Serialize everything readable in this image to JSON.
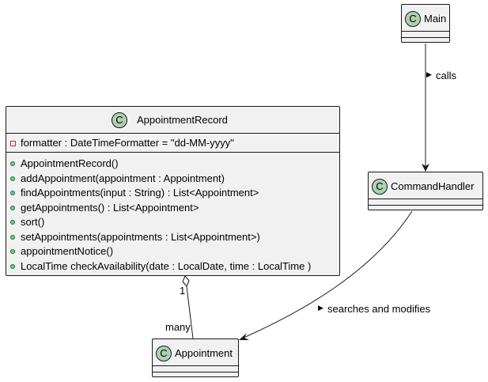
{
  "classes": {
    "main": {
      "stereotype": "C",
      "name": "Main"
    },
    "command_handler": {
      "stereotype": "C",
      "name": "CommandHandler"
    },
    "appointment": {
      "stereotype": "C",
      "name": "Appointment"
    },
    "appointment_record": {
      "stereotype": "C",
      "name": "AppointmentRecord",
      "fields": [
        "formatter : DateTimeFormatter = \"dd-MM-yyyy\""
      ],
      "methods": [
        "AppointmentRecord()",
        "addAppointment(appointment : Appointment)",
        "findAppointments(input : String) : List<Appointment>",
        "getAppointments() : List<Appointment>",
        "sort()",
        "setAppointments(appointments : List<Appointment>)",
        "appointmentNotice()",
        "LocalTime checkAvailability(date : LocalDate, time : LocalTime )"
      ]
    }
  },
  "relations": {
    "main_to_handler": {
      "arrow_glyph": "▶",
      "label": "calls"
    },
    "handler_to_appointment": {
      "arrow_glyph": "▶",
      "label": "searches and modifies"
    },
    "record_to_appointment": {
      "from_multiplicity": "1",
      "to_multiplicity": "many"
    }
  },
  "colors": {
    "class_fill": "#f1f1f1",
    "border": "#181818",
    "stereotype_circle": "#add1b2",
    "public_method_dot": "#84be84",
    "private_field_marker": "#c82930"
  }
}
